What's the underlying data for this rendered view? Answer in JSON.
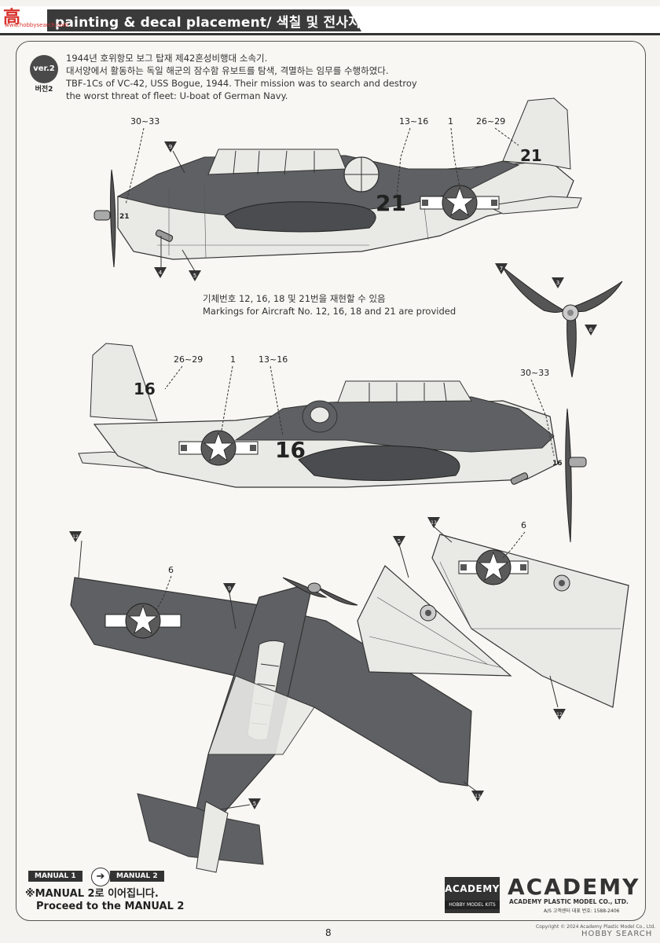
{
  "header": {
    "title": "painting & decal placement/ 색칠 및 전사지붙이기",
    "logo_main": "高",
    "logo_sub": "www.hobbysearch.com"
  },
  "version": {
    "badge": "ver.2",
    "sub": "버전2"
  },
  "description": {
    "line1": "1944년 호위항모 보그 탑재 제42혼성비행대 소속기.",
    "line2": "대서양에서 활동하는 독일 해군의 잠수함 유보트를 탐색, 격멸하는 임무를 수행하였다.",
    "line3": "TBF-1Cs of VC-42, USS Bogue, 1944. Their mission was to search and destroy",
    "line4": "the worst threat of fleet: U-boat of German Navy."
  },
  "markings": {
    "line1": "기체번호 12, 16, 18 및 21번을 재현할 수 있음",
    "line2": "Markings for Aircraft No. 12, 16, 18 and 21 are provided"
  },
  "callouts": {
    "top_30_33": "30~33",
    "top_13_16": "13~16",
    "top_1": "1",
    "top_26_29": "26~29",
    "mid_26_29": "26~29",
    "mid_1": "1",
    "mid_13_16": "13~16",
    "mid_30_33": "30~33",
    "bottom_6a": "6",
    "bottom_6b": "6"
  },
  "markers": {
    "m9a": "9",
    "m4": "4",
    "m5a": "5",
    "m7": "7",
    "m3": "3",
    "m6a": "6",
    "m12a": "12",
    "m9b": "9",
    "m5b": "5",
    "m13a": "13",
    "m5c": "5",
    "m13b": "13",
    "m12b": "12"
  },
  "aircraft_numbers": {
    "top_tail": "21",
    "top_fuselage": "21",
    "top_nose": "21",
    "mid_tail": "16",
    "mid_fuselage": "16",
    "mid_nose": "16"
  },
  "footer": {
    "manual1": "MANUAL 1",
    "manual2": "MANUAL 2",
    "proceed_ko": "※MANUAL 2로 이어집니다.",
    "proceed_en": "Proceed to the MANUAL 2",
    "academy_box": "ACADEMY",
    "academy_box_sub": "HOBBY MODEL KITS",
    "academy_logo": "ACADEMY",
    "company": "ACADEMY PLASTIC MODEL CO., LTD.",
    "cs": "A/S 고객센터 대표 번호: 1588-2406",
    "page": "8",
    "copyright": "Copyright © 2024 Academy Plastic Model Co., Ltd.",
    "watermark": "HOBBY SEARCH"
  },
  "colors": {
    "dark_gray": "#5f6063",
    "light_gray": "#e9e9e6",
    "line": "#333333"
  }
}
